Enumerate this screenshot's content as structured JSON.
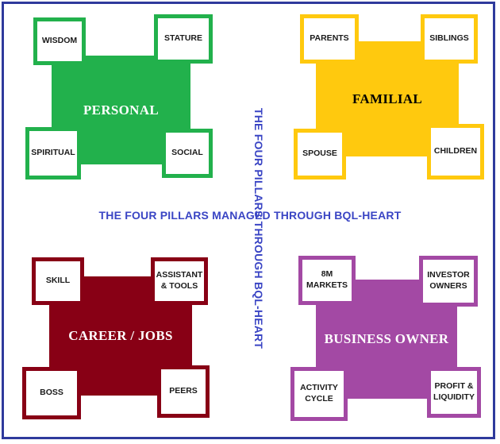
{
  "center": {
    "horizontal": "THE FOUR PILLARS MANAGED THROUGH BQL-HEART",
    "vertical": "THE FOUR PILLARS THROUGH BQL-HEART"
  },
  "colors": {
    "personal": "#22b14c",
    "familial": "#ffc90e",
    "career": "#880015",
    "business": "#a349a4",
    "center_text": "#3a45c4"
  },
  "pillars": {
    "personal": {
      "title": "PERSONAL",
      "items": [
        "WISDOM",
        "STATURE",
        "SPIRITUAL",
        "SOCIAL"
      ]
    },
    "familial": {
      "title": "FAMILIAL",
      "items": [
        "PARENTS",
        "SIBLINGS",
        "SPOUSE",
        "CHILDREN"
      ]
    },
    "career": {
      "title": "CAREER / JOBS",
      "items": [
        "SKILL",
        "ASSISTANT\n& TOOLS",
        "BOSS",
        "PEERS"
      ]
    },
    "business": {
      "title": "BUSINESS OWNER",
      "items": [
        "8M\nMARKETS",
        "INVESTOR\nOWNERS",
        "ACTIVITY\nCYCLE",
        "PROFIT &\nLIQUIDITY"
      ]
    }
  }
}
